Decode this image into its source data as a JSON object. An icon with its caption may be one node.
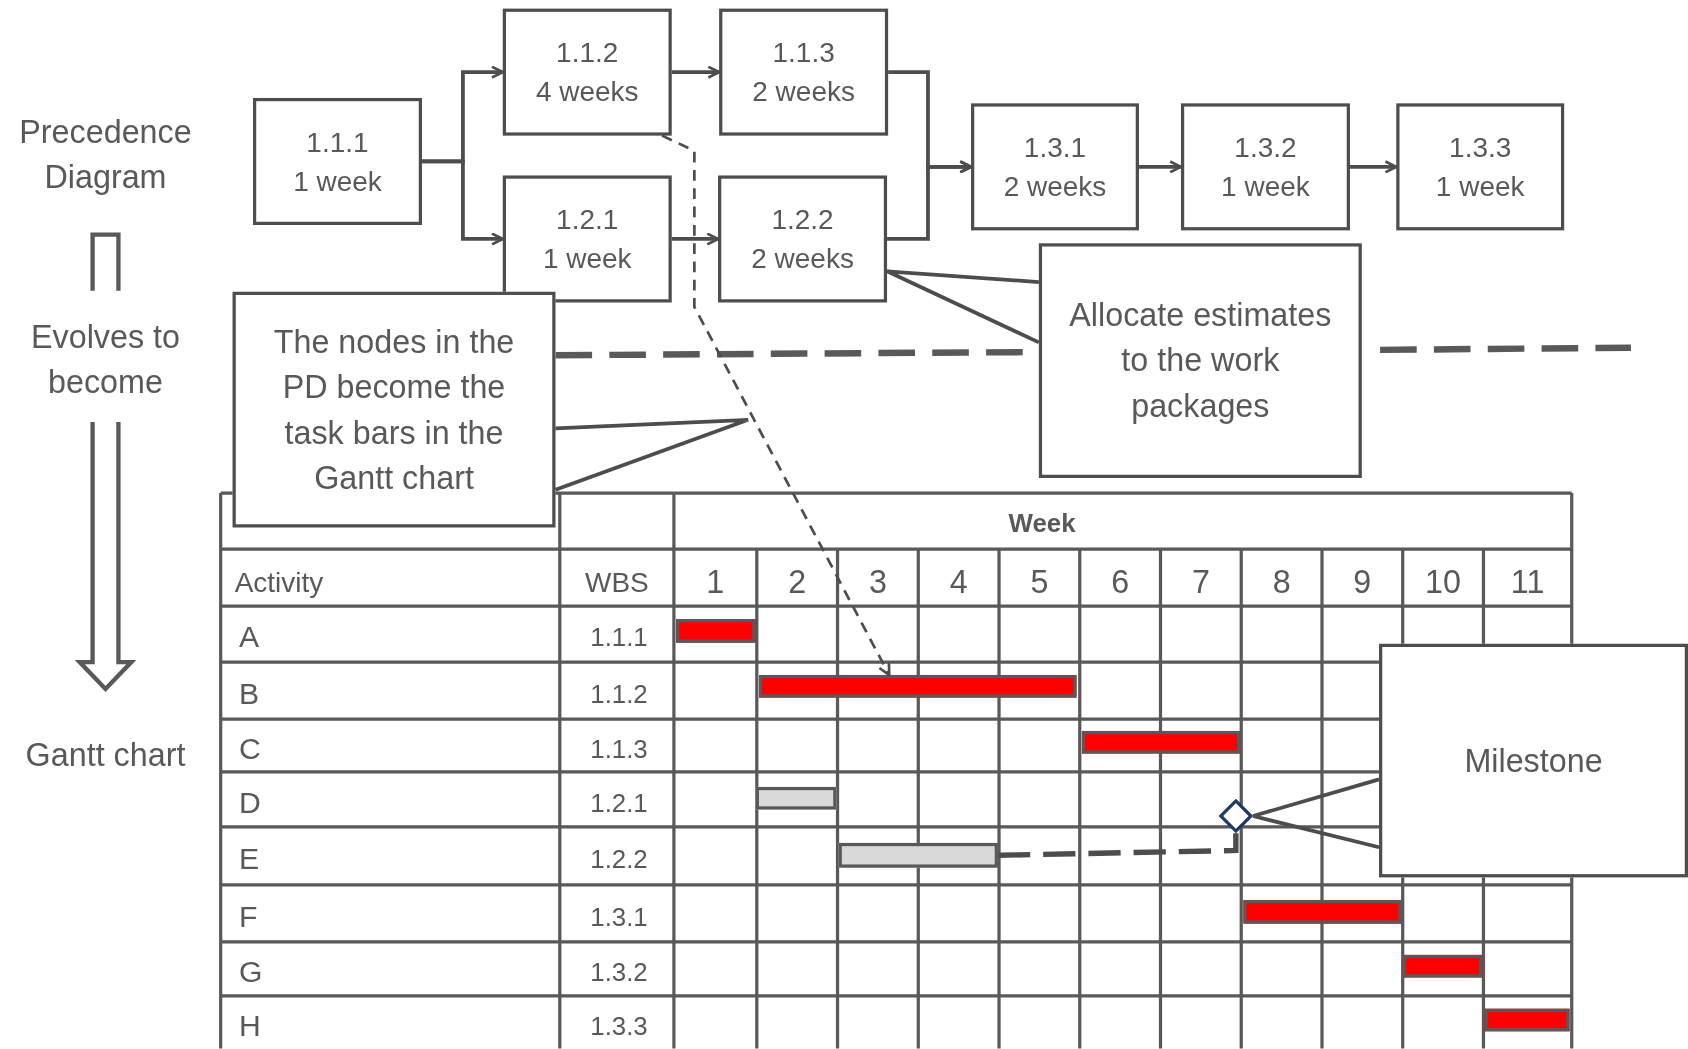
{
  "diagram": {
    "nodes": [
      {
        "text": [
          "1.1.1",
          "1 week"
        ]
      },
      {
        "text": [
          "1.1.2",
          "4 weeks"
        ]
      },
      {
        "text": [
          "1.1.3",
          "2 weeks"
        ]
      },
      {
        "text": [
          "1.2.1",
          "1 week"
        ]
      },
      {
        "text": [
          "1.2.2",
          "2 weeks"
        ]
      },
      {
        "text": [
          "1.3.1",
          "2 weeks"
        ]
      },
      {
        "text": [
          "1.3.2",
          "1 week"
        ]
      },
      {
        "text": [
          "1.3.3",
          "1 week"
        ]
      },
      {
        "text": [
          "The nodes in the PD become the task bars in the Gantt chart"
        ]
      },
      {
        "text": [
          "Allocate estimates to the work packages"
        ]
      },
      {
        "text": [
          "Milestone"
        ]
      },
      {
        "text": [],
        "shape": "bar"
      },
      {
        "text": [],
        "shape": "bar"
      },
      {
        "text": [],
        "shape": "bar"
      },
      {
        "text": [],
        "shape": "bar"
      },
      {
        "text": [],
        "shape": "bar"
      },
      {
        "text": [],
        "shape": "bar"
      },
      {
        "text": [],
        "shape": "bar"
      },
      {
        "text": [],
        "shape": "bar"
      },
      {
        "text": [],
        "shape": "diamond"
      }
    ],
    "edges": [
      {
        "from": 0,
        "to": 1,
        "arrow": "to"
      },
      {
        "from": 0,
        "to": 3,
        "arrow": "to"
      },
      {
        "from": 1,
        "to": 2,
        "arrow": "to"
      },
      {
        "from": 3,
        "to": 4,
        "arrow": "to"
      },
      {
        "from": 2,
        "to": 5,
        "arrow": "to"
      },
      {
        "from": 4,
        "to": 5,
        "arrow": "to"
      },
      {
        "from": 5,
        "to": 6,
        "arrow": "to"
      },
      {
        "from": 6,
        "to": 7,
        "arrow": "to"
      },
      {
        "from": 1,
        "to": 12,
        "arrow": "to",
        "style": "dashed"
      },
      {
        "from": 8,
        "to": null,
        "arrow": "none"
      },
      {
        "from": 9,
        "to": 4,
        "arrow": "none"
      },
      {
        "from": 15,
        "to": 19,
        "arrow": "none",
        "style": "dashed"
      },
      {
        "from": 10,
        "to": 19,
        "arrow": "none"
      }
    ],
    "labels": [
      "Precedence Diagram",
      "Evolves to become",
      "Gantt chart",
      "Week",
      "Activity",
      "WBS",
      "1",
      "2",
      "3",
      "4",
      "5",
      "6",
      "7",
      "8",
      "9",
      "10",
      "11",
      "A",
      "1.1.1",
      "B",
      "1.1.2",
      "C",
      "1.1.3",
      "D",
      "1.2.1",
      "E",
      "1.2.2",
      "F",
      "1.3.1",
      "G",
      "1.3.2",
      "H",
      "1.3.3"
    ]
  }
}
